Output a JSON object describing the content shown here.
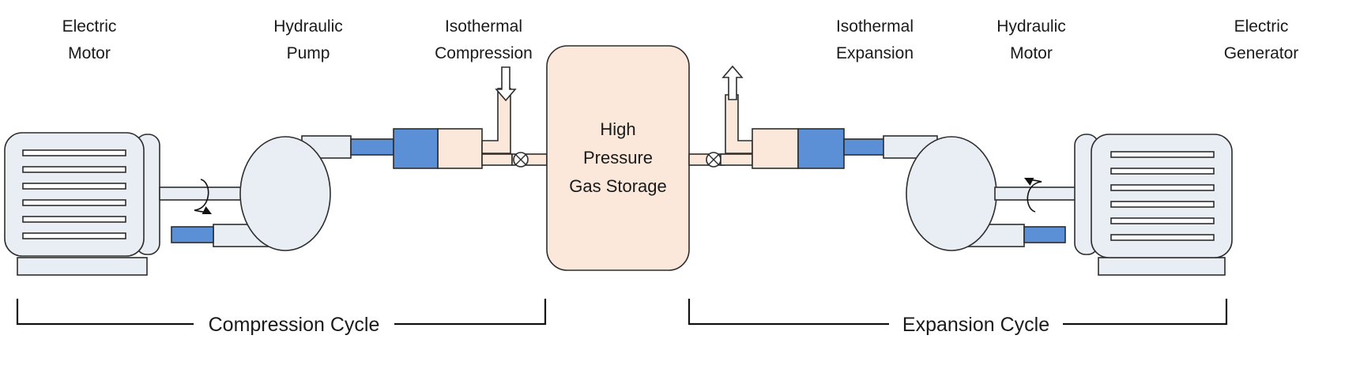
{
  "labels": {
    "electric_motor": [
      "Electric",
      "Motor"
    ],
    "hydraulic_pump": [
      "Hydraulic",
      "Pump"
    ],
    "isothermal_compression": [
      "Isothermal",
      "Compression"
    ],
    "isothermal_expansion": [
      "Isothermal",
      "Expansion"
    ],
    "hydraulic_motor": [
      "Hydraulic",
      "Motor"
    ],
    "electric_generator": [
      "Electric",
      "Generator"
    ],
    "storage": [
      "High",
      "Pressure",
      "Gas Storage"
    ],
    "compression_cycle": "Compression Cycle",
    "expansion_cycle": "Expansion Cycle"
  },
  "colors": {
    "machine_fill": "#e9eef4",
    "piston_blue": "#5b8fd6",
    "tank_fill": "#fbe8da",
    "outline": "#2d2d2d"
  }
}
